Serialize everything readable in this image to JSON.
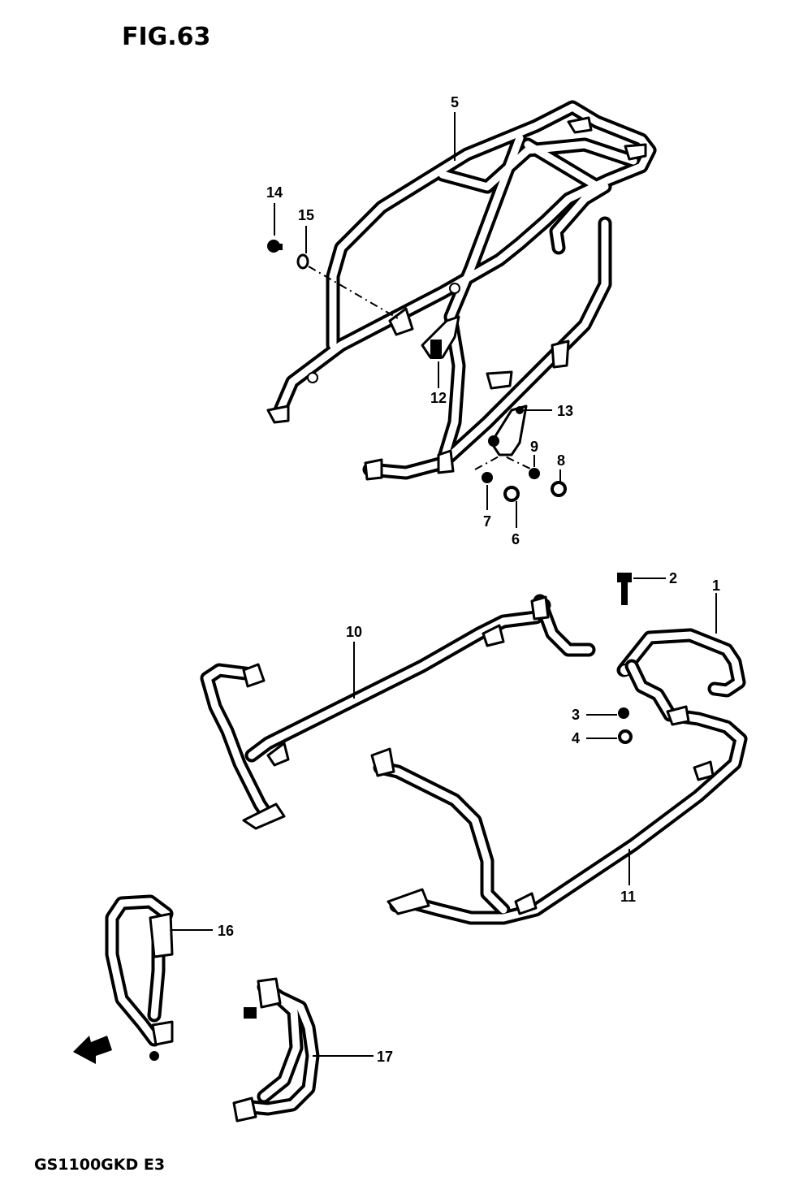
{
  "figure": {
    "title": "FIG.63",
    "model_code": "GS1100GKD E3"
  },
  "callouts": [
    {
      "id": "c1",
      "text": "1"
    },
    {
      "id": "c2",
      "text": "2"
    },
    {
      "id": "c3",
      "text": "3"
    },
    {
      "id": "c4",
      "text": "4"
    },
    {
      "id": "c5",
      "text": "5"
    },
    {
      "id": "c6",
      "text": "6"
    },
    {
      "id": "c7",
      "text": "7"
    },
    {
      "id": "c8",
      "text": "8"
    },
    {
      "id": "c9",
      "text": "9"
    },
    {
      "id": "c10",
      "text": "10"
    },
    {
      "id": "c11",
      "text": "11"
    },
    {
      "id": "c12",
      "text": "12"
    },
    {
      "id": "c13",
      "text": "13"
    },
    {
      "id": "c14",
      "text": "14"
    },
    {
      "id": "c15",
      "text": "15"
    },
    {
      "id": "c16",
      "text": "16"
    },
    {
      "id": "c17",
      "text": "17"
    }
  ],
  "colors": {
    "line": "#000000",
    "background": "#ffffff"
  },
  "icons": {
    "direction_arrow": "front-direction-arrow-icon"
  }
}
